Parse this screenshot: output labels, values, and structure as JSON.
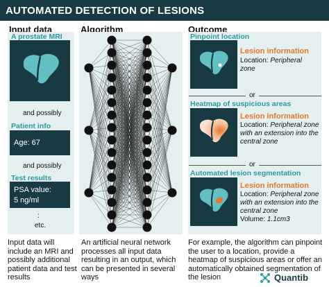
{
  "title": "AUTOMATED DETECTION OF LESIONS",
  "columns": {
    "input": "Input data",
    "algorithm": "Algorithm",
    "outcome": "Outcome"
  },
  "input": {
    "mri_label": "A prostate MRI",
    "and_possibly_1": "and possibly",
    "patient_info_label": "Patient info",
    "age_value": "Age: 67",
    "and_possibly_2": "and possibly",
    "test_results_label": "Test results",
    "psa_line1": "PSA value:",
    "psa_line2": "5 ng/ml",
    "dots": ":",
    "etc": "etc.",
    "description": "Input data will include an MRI and possibly additional patient data and test results"
  },
  "algorithm": {
    "description": "An artificial neural network processes all input data resulting in an output, which can be presented in several ways"
  },
  "outcome": {
    "pinpoint_label": "Pinpoint location",
    "pinpoint_head": "Lesion information",
    "pinpoint_loc_prefix": "Location: ",
    "pinpoint_loc_value": "Peripheral zone",
    "or_1": "or",
    "heatmap_label": "Heatmap of suspicious areas",
    "heatmap_head": "Lesion information",
    "heatmap_loc_prefix": "Location: ",
    "heatmap_loc_value": "Peripheral zone with an extension into the central zone",
    "or_2": "or",
    "segmentation_label": "Automated lesion segmentation",
    "seg_head": "Lesion information",
    "seg_loc_prefix": "Location: ",
    "seg_loc_value": "Peripheral zone with an extension into the central zone",
    "seg_volume_prefix": "Volume: ",
    "seg_volume_value": "1.1cm3",
    "description": "For example, the algorithm can pinpoint the user to a location, provide a heatmap of suspicious areas or offer an automatically obtained segmentation of the lesion"
  },
  "logo": {
    "text": "Quantib",
    "icon": "quantib-x-logo-icon"
  },
  "colors": {
    "dark": "#173a43",
    "teal": "#2b9aa0",
    "light_panel": "#e4eff0",
    "orange": "#e8762b"
  }
}
